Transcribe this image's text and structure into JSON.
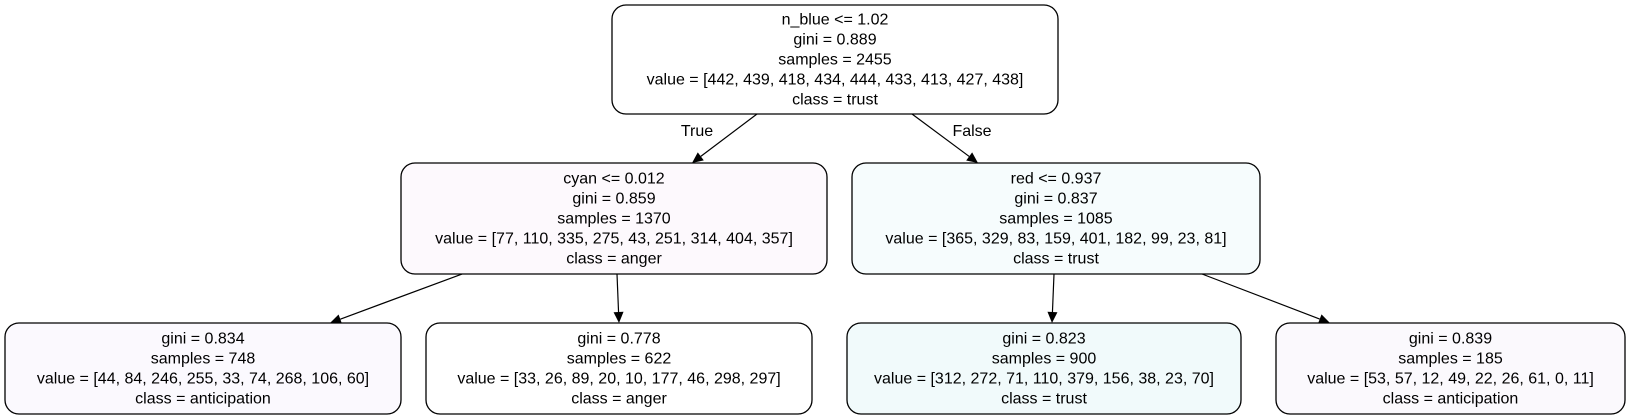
{
  "tree": {
    "nodes": [
      {
        "id": "root",
        "lines": [
          "n_blue <= 1.02",
          "gini = 0.889",
          "samples = 2455",
          "value = [442, 439, 418, 434, 444, 433, 413, 427, 438]",
          "class = trust"
        ],
        "fill": "#ffffff"
      },
      {
        "id": "left",
        "lines": [
          "cyan <= 0.012",
          "gini = 0.859",
          "samples = 1370",
          "value = [77, 110, 335, 275, 43, 251, 314, 404, 357]",
          "class = anger"
        ],
        "fill": "#fdf9fd"
      },
      {
        "id": "right",
        "lines": [
          "red <= 0.937",
          "gini = 0.837",
          "samples = 1085",
          "value = [365, 329, 83, 159, 401, 182, 99, 23, 81]",
          "class = trust"
        ],
        "fill": "#f6fcfd"
      },
      {
        "id": "left-left",
        "lines": [
          "gini = 0.834",
          "samples = 748",
          "value = [44, 84, 246, 255, 33, 74, 268, 106, 60]",
          "class = anticipation"
        ],
        "fill": "#fbf9fe"
      },
      {
        "id": "left-right",
        "lines": [
          "gini = 0.778",
          "samples = 622",
          "value = [33, 26, 89, 20, 10, 177, 46, 298, 297]",
          "class = anger"
        ],
        "fill": "#ffffff"
      },
      {
        "id": "right-left",
        "lines": [
          "gini = 0.823",
          "samples = 900",
          "value = [312, 272, 71, 110, 379, 156, 38, 23, 70]",
          "class = trust"
        ],
        "fill": "#f1fafb"
      },
      {
        "id": "right-right",
        "lines": [
          "gini = 0.839",
          "samples = 185",
          "value = [53, 57, 12, 49, 22, 26, 61, 0, 11]",
          "class = anticipation"
        ],
        "fill": "#fbf9fd"
      }
    ],
    "edges": [
      {
        "from": "root",
        "to": "left",
        "label": "True"
      },
      {
        "from": "root",
        "to": "right",
        "label": "False"
      },
      {
        "from": "left",
        "to": "left-left",
        "label": ""
      },
      {
        "from": "left",
        "to": "left-right",
        "label": ""
      },
      {
        "from": "right",
        "to": "right-left",
        "label": ""
      },
      {
        "from": "right",
        "to": "right-right",
        "label": ""
      }
    ]
  }
}
